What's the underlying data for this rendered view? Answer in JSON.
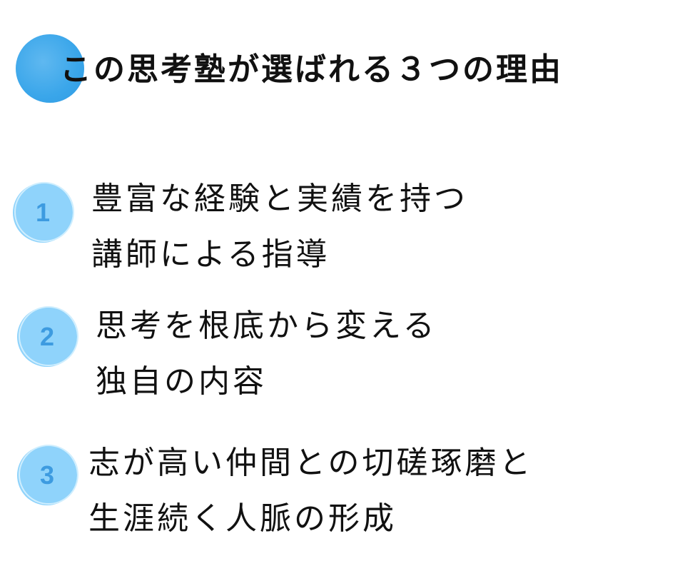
{
  "title": "この思考塾が選ばれる３つの理由",
  "colors": {
    "header_circle": "#3aa6ea",
    "badge_fill": "#8fd3fb",
    "badge_number": "#3d9be0",
    "text": "#111111"
  },
  "reasons": [
    {
      "number": "1",
      "line1": "豊富な経験と実績を持つ",
      "line2": "講師による指導"
    },
    {
      "number": "2",
      "line1": "思考を根底から変える",
      "line2": "独自の内容"
    },
    {
      "number": "3",
      "line1": "志が高い仲間との切磋琢磨と",
      "line2": "生涯続く人脈の形成"
    }
  ]
}
